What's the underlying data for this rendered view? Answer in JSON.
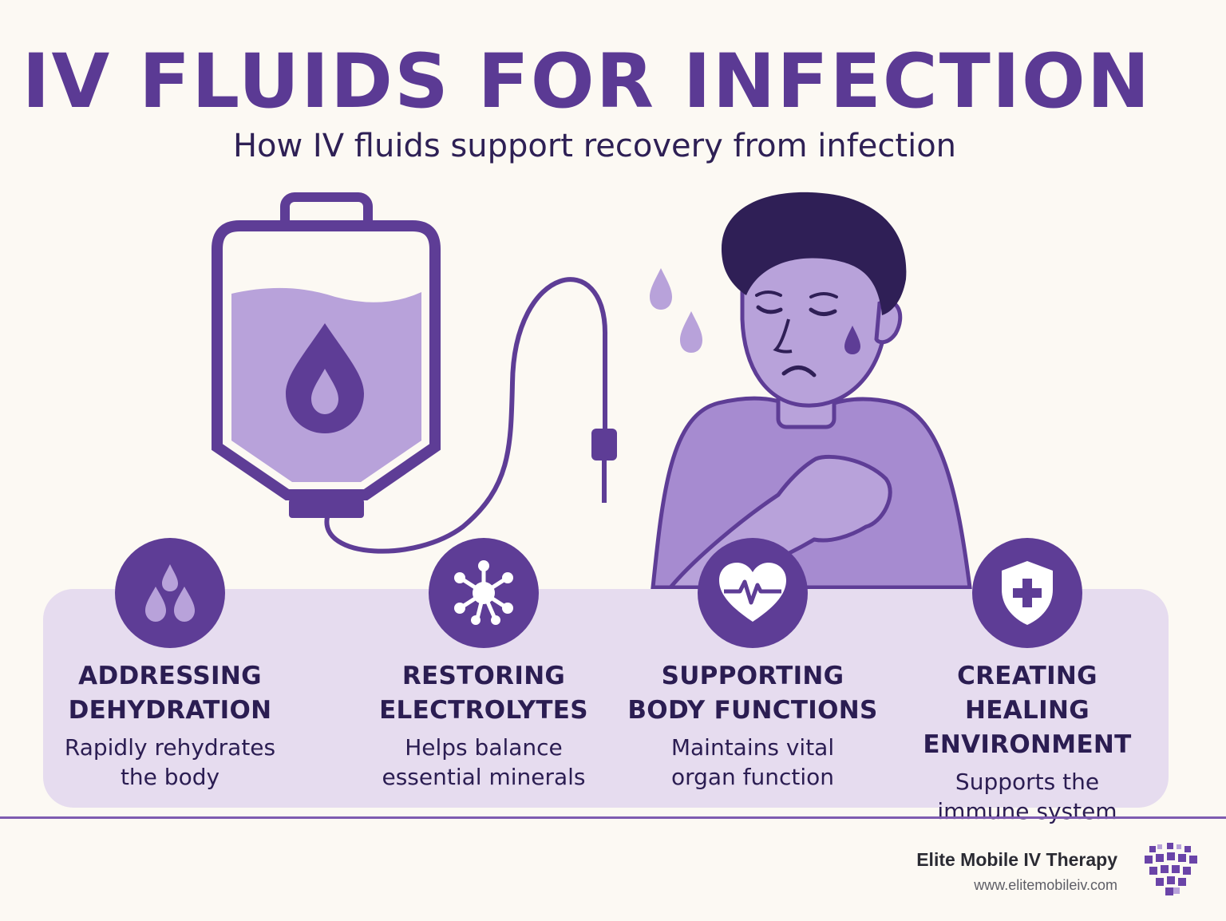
{
  "header": {
    "title": "IV FLUIDS FOR INFECTION",
    "subtitle": "How IV fluids support recovery from infection"
  },
  "features": [
    {
      "title": "ADDRESSING\nDEHYDRATION",
      "description": "Rapidly rehydrates\nthe body",
      "icon": "water-drops-icon"
    },
    {
      "title": "RESTORING\nELECTROLYTES",
      "description": "Helps balance\nessential minerals",
      "icon": "molecule-icon"
    },
    {
      "title": "SUPPORTING\nBODY FUNCTIONS",
      "description": "Maintains vital\norgan function",
      "icon": "heart-pulse-icon"
    },
    {
      "title": "CREATING HEALING\nENVIRONMENT",
      "description": "Supports the\nimmune system",
      "icon": "shield-cross-icon"
    }
  ],
  "footer": {
    "brand_name": "Elite Mobile IV Therapy",
    "brand_url": "www.elitemobileiv.com"
  },
  "colors": {
    "primary": "#5b3a94",
    "light": "#b8a2da",
    "panel": "#e6dcef",
    "background": "#fcf9f3",
    "text": "#2b1d52"
  }
}
